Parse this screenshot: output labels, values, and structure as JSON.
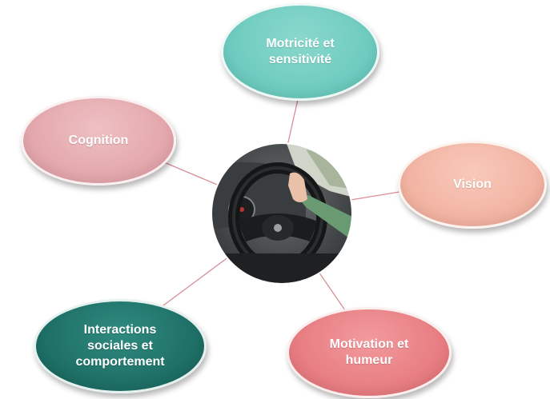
{
  "nodes": {
    "motricite": "Motricité et\nsensitivité",
    "cognition": "Cognition",
    "vision": "Vision",
    "interactions": "Interactions\nsociales et\ncomportement",
    "motivation": "Motivation et\nhumeur"
  },
  "center_image": {
    "subject": "person driving a car, hand on steering wheel"
  },
  "colors": {
    "motricite": "#6ecbbf",
    "cognition": "#e3a7ac",
    "vision": "#f2b3a2",
    "interactions": "#1e6f66",
    "motivation": "#e77d82",
    "connector": "#d88e96"
  }
}
